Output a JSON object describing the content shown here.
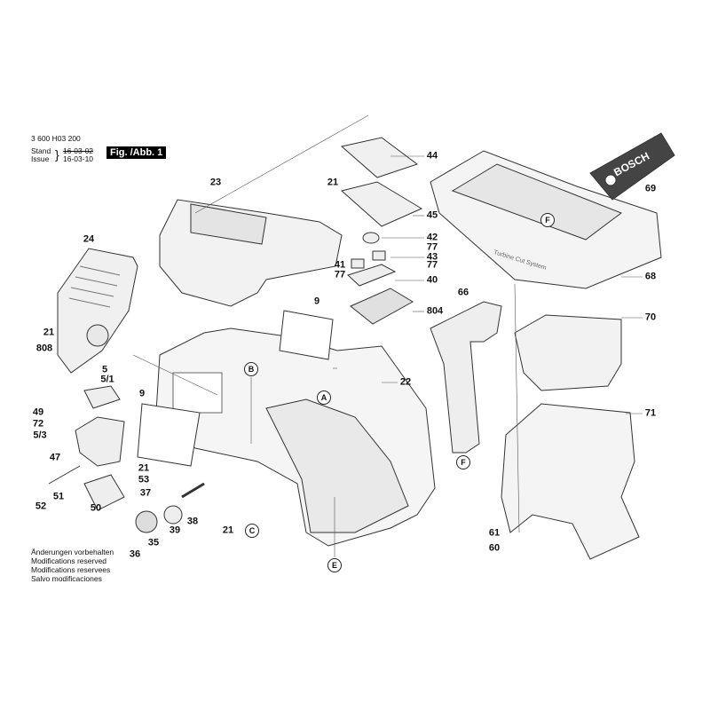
{
  "header": {
    "part_number": "3 600 H03 200",
    "stand_label": "Stand",
    "issue_label": "Issue",
    "stand_date": "16-03-02",
    "issue_date": "16-03-10",
    "figure": "Fig. /Abb. 1"
  },
  "footer": {
    "lines": [
      "Änderungen vorbehalten",
      "Modifications reserved",
      "Modifications reservees",
      "Salvo modificaciones"
    ]
  },
  "labels": [
    "44",
    "21",
    "23",
    "45",
    "42",
    "77",
    "43",
    "77",
    "41",
    "77",
    "40",
    "24",
    "9",
    "804",
    "66",
    "69",
    "68",
    "70",
    "21",
    "808",
    "5",
    "5/1",
    "22",
    "9",
    "49",
    "72",
    "5/3",
    "47",
    "21",
    "53",
    "51",
    "52",
    "37",
    "50",
    "38",
    "39",
    "35",
    "36",
    "21",
    "71",
    "61",
    "60"
  ],
  "callouts": [
    "B",
    "A",
    "C",
    "E",
    "F",
    "F"
  ],
  "product_text": {
    "series": "Turbine Cut System",
    "logo": "BOSCH"
  }
}
